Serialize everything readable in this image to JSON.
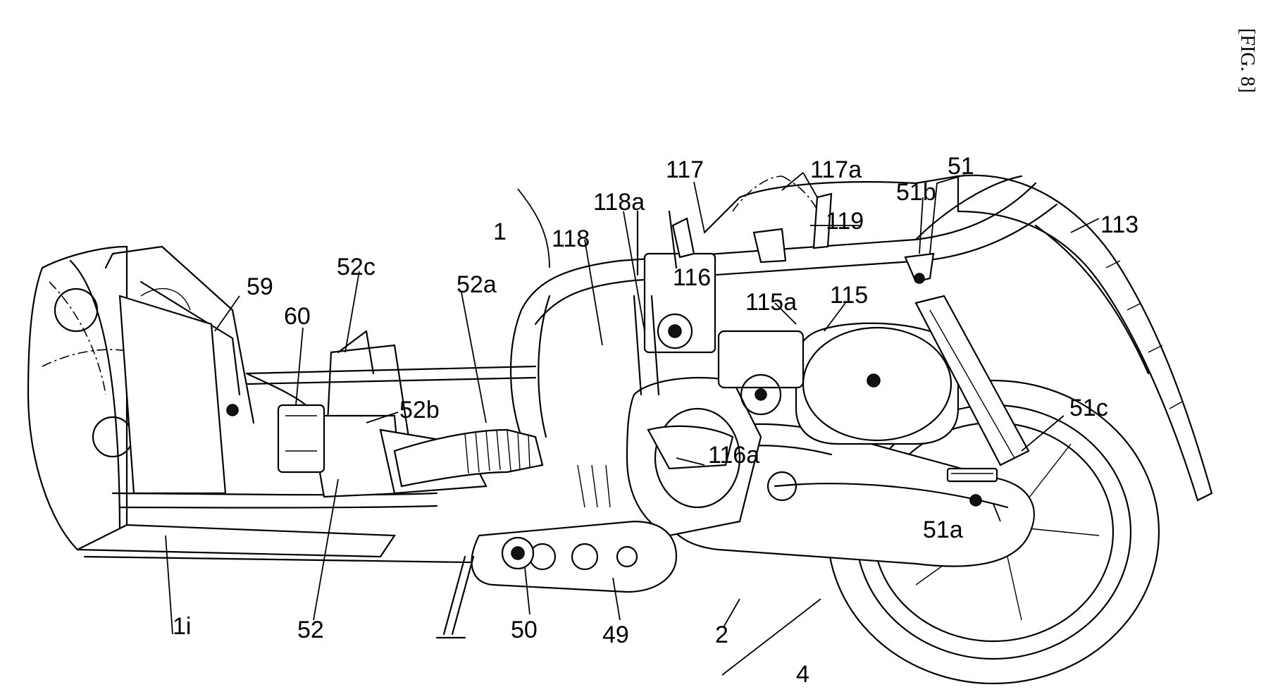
{
  "figure": {
    "title": "[FIG. 8]"
  },
  "labels": {
    "l117": "117",
    "l117a": "117a",
    "l51": "51",
    "l51b": "51b",
    "l113": "113",
    "l118a": "118a",
    "l119": "119",
    "l1": "1",
    "l118": "118",
    "l116": "116",
    "l115a": "115a",
    "l115": "115",
    "l59": "59",
    "l52c": "52c",
    "l52a": "52a",
    "l60": "60",
    "l52b": "52b",
    "l51c": "51c",
    "l116a": "116a",
    "l51a": "51a",
    "l1i": "1i",
    "l52": "52",
    "l50": "50",
    "l49": "49",
    "l2": "2",
    "l4": "4"
  }
}
